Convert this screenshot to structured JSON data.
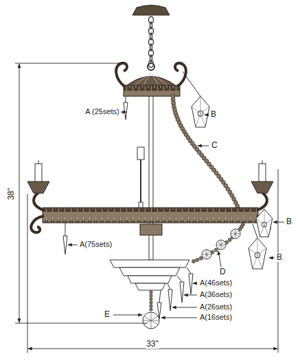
{
  "diagram": {
    "labels": [
      "A (25sets)",
      "B",
      "C",
      "A(75sets)",
      "B",
      "B",
      "D",
      "A(46sets)",
      "A(36sets)",
      "A(26sets)",
      "E",
      "A(16sets)",
      "38\"",
      "33\""
    ]
  }
}
